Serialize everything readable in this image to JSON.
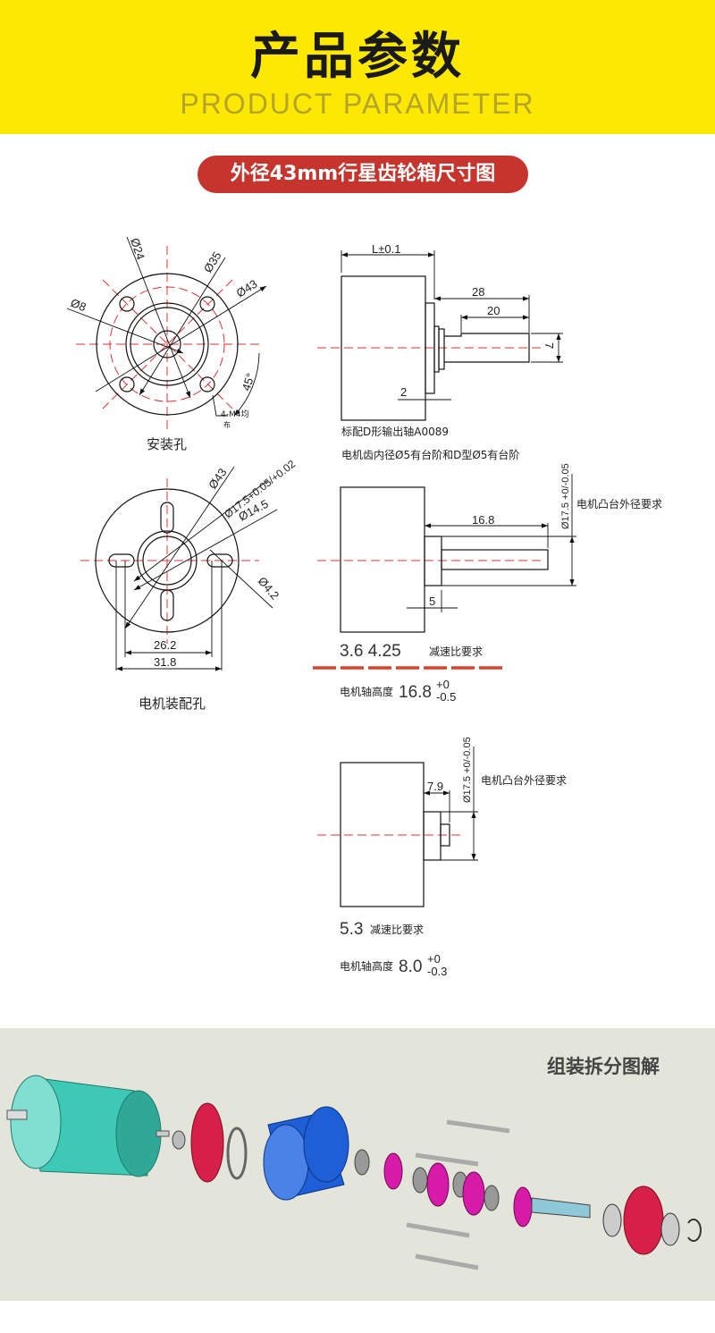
{
  "header": {
    "title": "产品参数",
    "subtitle": "PRODUCT PARAMETER"
  },
  "badge": "外径43mm行星齿轮箱尺寸图",
  "mount_holes": {
    "caption": "安装孔",
    "dims": [
      "Ø24",
      "Ø35",
      "Ø43",
      "Ø8",
      "45°"
    ],
    "hole_note": "4-M4均",
    "hole_note2": "布"
  },
  "motor_holes": {
    "caption": "电机装配孔",
    "dims": [
      "Ø43",
      "Ø17.5+0.05/+0.02",
      "Ø14.5",
      "Ø4.2",
      "26.2",
      "31.8"
    ]
  },
  "side_view_1": {
    "dims": [
      "L±0.1",
      "28",
      "20",
      "7",
      "2"
    ],
    "note1": "标配D形输出轴A0089",
    "note2": "电机齿内径Ø5有台阶和D型Ø5有台阶"
  },
  "side_view_2": {
    "dims": [
      "16.8",
      "5",
      "Ø17.5 +0/-0.05"
    ],
    "boss_note": "电机凸台外径要求",
    "ratio_values": "3.6   4.25",
    "ratio_label": "减速比要求",
    "shaft_label": "电机轴高度",
    "shaft_value": "16.8",
    "shaft_tol_up": "+0",
    "shaft_tol_down": "-0.5"
  },
  "side_view_3": {
    "dims": [
      "7.9",
      "Ø17.5 +0/-0.05"
    ],
    "boss_note": "电机凸台外径要求",
    "ratio_values": "5.3",
    "ratio_label": "减速比要求",
    "shaft_label": "电机轴高度",
    "shaft_value": "8.0",
    "shaft_tol_up": "+0",
    "shaft_tol_down": "-0.3"
  },
  "exploded": {
    "title": "组装拆分图解"
  },
  "colors": {
    "header": "#fde802",
    "badge": "#c6352d",
    "motor": "#3cc8b4",
    "housing": "#1e5fd8",
    "ring": "#d6204a",
    "gear": "#d81aa8"
  }
}
